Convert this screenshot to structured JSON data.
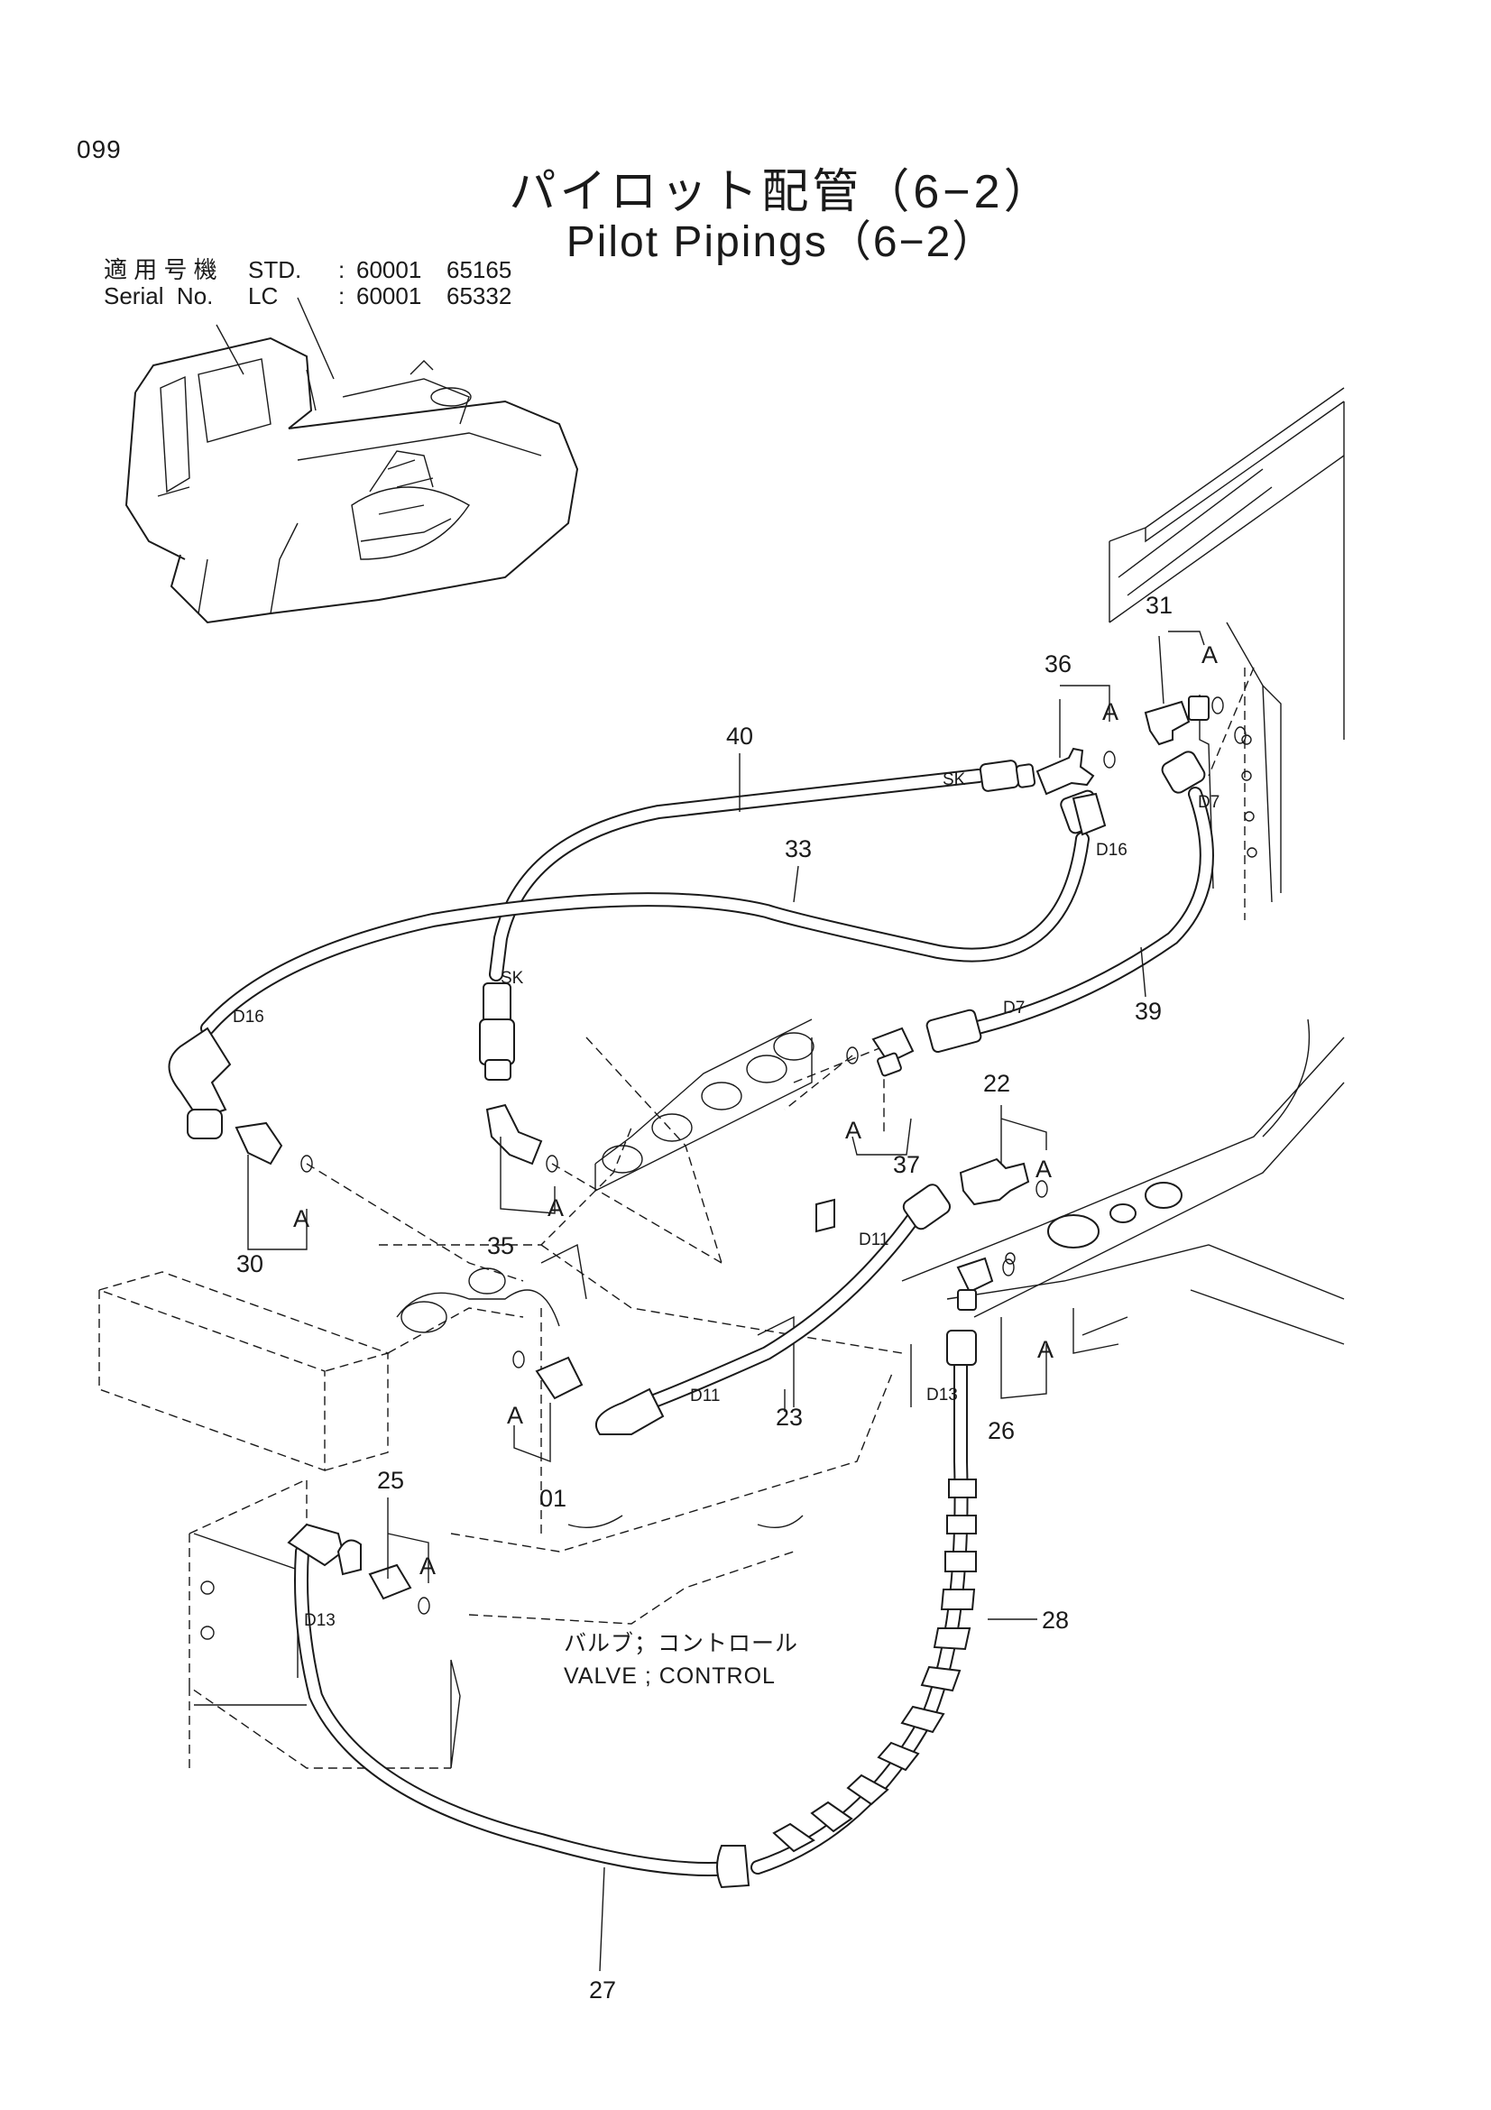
{
  "page": {
    "number": "099"
  },
  "title": {
    "ja": "パイロット配管（6−2）",
    "en": "Pilot Pipings（6−2）"
  },
  "serial": {
    "rows": [
      {
        "label": "適 用 号 機",
        "type": "STD.",
        "sep": ":",
        "from": "60001",
        "to": "65165"
      },
      {
        "label": "Serial  No.",
        "type": "LC",
        "sep": ":",
        "from": "60001",
        "to": "65332"
      }
    ]
  },
  "callouts": {
    "p40": "40",
    "p33": "33",
    "p36": "36",
    "p31": "31",
    "p39": "39",
    "p22": "22",
    "p37": "37",
    "p30": "30",
    "p35": "35",
    "p23": "23",
    "p26": "26",
    "p01": "01",
    "p25": "25",
    "p28": "28",
    "p27": "27"
  },
  "markers": {
    "a": "A",
    "sk": "SK",
    "d16": "D16",
    "d7": "D7",
    "d11": "D11",
    "d13": "D13"
  },
  "valve_note": {
    "ja": "バルブ；コントロール",
    "en": "VALVE ; CONTROL"
  }
}
